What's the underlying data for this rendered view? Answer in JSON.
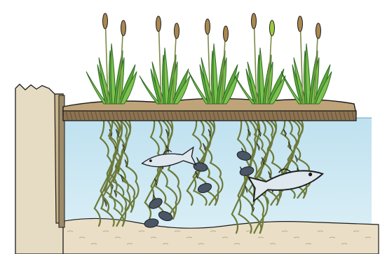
{
  "scene": {
    "subject": "floating-treatment-wetland",
    "plant_clumps": 5,
    "root_clusters": 7,
    "fish_count": 2,
    "mussel_count": 7
  },
  "colors": {
    "water": "#bfe1ef",
    "water_deep": "#a8d4e6",
    "platform": "#bfa47a",
    "platform_dark": "#8c7352",
    "bank": "#e6dcc3",
    "sediment": "#eadfc6",
    "reed": "#5aa83a",
    "reed_dark": "#2f6a22",
    "root": "#6d7a3a",
    "fish": "#dfe8ee",
    "mussel": "#4a5666",
    "outline": "#1c1c1c"
  }
}
